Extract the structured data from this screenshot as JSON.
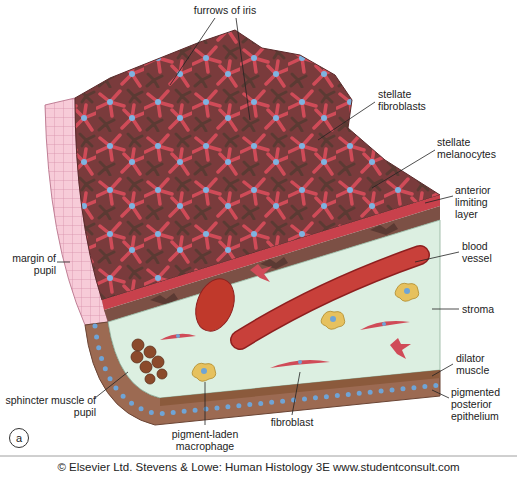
{
  "diagram": {
    "caption": "© Elsevier Ltd. Stevens & Lowe: Human Histology 3E www.studentconsult.com",
    "nodes": [
      {
        "text": [
          "a"
        ]
      }
    ],
    "labels": [
      "furrows of iris",
      "stellate fibroblasts",
      "stellate melanocytes",
      "anterior limiting layer",
      "blood vessel",
      "stroma",
      "dilator muscle",
      "pigmented posterior epithelium",
      "fibroblast",
      "pigment-laden macrophage",
      "sphincter muscle of pupil",
      "margin of pupil"
    ]
  }
}
